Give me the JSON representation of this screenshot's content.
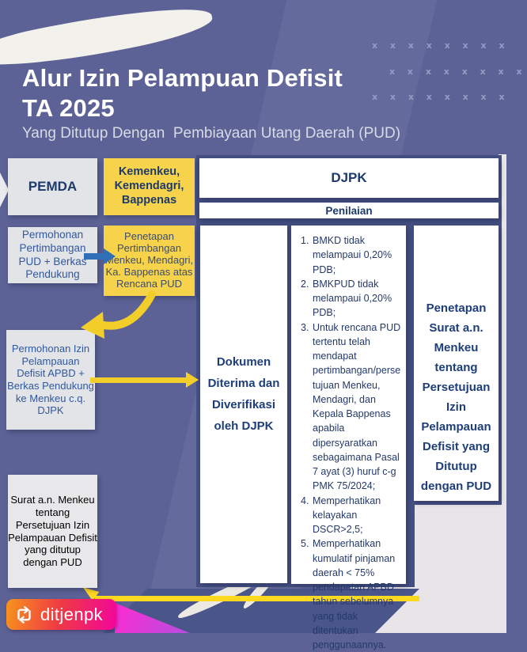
{
  "title": {
    "line1": "Alur Izin Pelampuan Defisit",
    "line2": "TA 2025",
    "subtitle": "Yang Ditutup Dengan  Pembiayaan Utang Daerah (PUD)"
  },
  "headers": {
    "pemda": "PEMDA",
    "kemenkeu": "Kemenkeu, Kemendagri, Bappenas",
    "djpk": "DJPK",
    "penilaian": "Penilaian"
  },
  "flow": {
    "permohonan_pertimbangan": "Permohonan Pertimbangan PUD + Berkas Pendukung",
    "penetapan_pertimbangan": "Penetapan Pertimbangan Menkeu, Mendagri, Ka. Bappenas atas Rencana PUD",
    "permohonan_izin": "Permohonan Izin Pelampauan Defisit APBD + Berkas Pendukung ke Menkeu c.q. DJPK",
    "dokumen": "Dokumen Diterima dan Diverifikasi oleh DJPK",
    "penetapan_surat": "Penetapan Surat a.n. Menkeu tentang Persetujuan Izin Pelampauan Defisit yang Ditutup dengan PUD",
    "surat_final": "Surat a.n. Menkeu tentang Persetujuan Izin Pelampauan Defisit yang ditutup dengan PUD"
  },
  "penilaian_items": [
    {
      "num": "1.",
      "text": "BMKD tidak melampaui 0,20% PDB;"
    },
    {
      "num": "2.",
      "text": "BMKPUD tidak melampaui 0,20% PDB;"
    },
    {
      "num": "3.",
      "text": "Untuk rencana PUD tertentu telah mendapat pertimbangan/persetujuan Menkeu, Mendagri, dan Kepala Bappenas apabila dipersyaratkan sebagaimana Pasal 7 ayat (3) huruf c-g PMK 75/2024;"
    },
    {
      "num": "4.",
      "text": "Memperhatikan kelayakan DSCR>2,5;"
    },
    {
      "num": "5.",
      "text": "Memperhatikan kumulatif pinjaman daerah < 75% pendapatan APBD tahun sebelumnya yang tidak ditentukan penggunaannya."
    }
  ],
  "footer": {
    "handle": "ditjenpk"
  },
  "decor": {
    "x_row": "x x x x x x x x"
  },
  "colors": {
    "background": "#5c6296",
    "panel_navy": "#454f82",
    "yellow_box": "#f7d24b",
    "gray_box": "#e3e4e7",
    "white_box": "#ffffff",
    "arrow_yellow": "#f2ce2b",
    "arrow_blue": "#2e6fb6",
    "footer_line_yellow": "#ffd91f",
    "navy_text": "#1d3a6c",
    "blue_text": "#30589f",
    "badge_gradient_start": "#f7941e",
    "badge_gradient_mid": "#ef3a43",
    "badge_gradient_end": "#f2059c",
    "magenta_shape": "#ff2bd1"
  }
}
